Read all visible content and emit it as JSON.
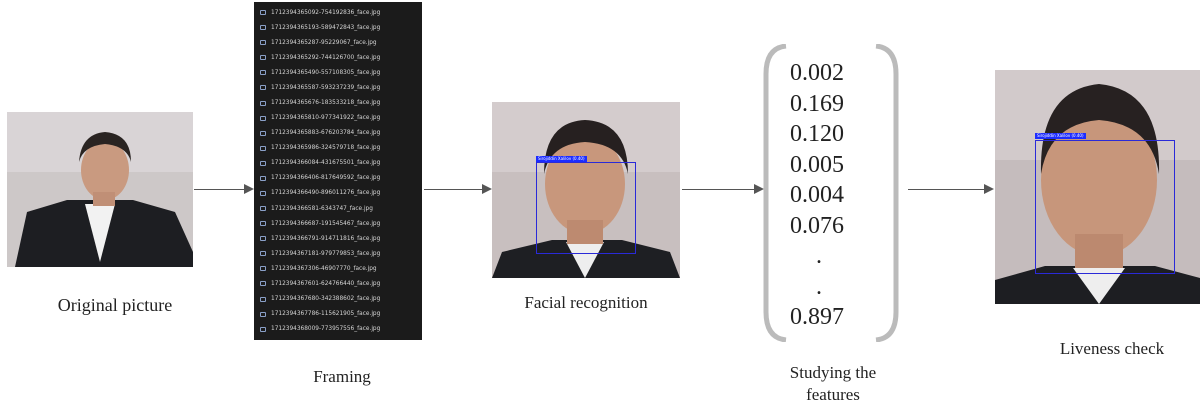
{
  "steps": {
    "original": {
      "caption": "Original picture"
    },
    "framing": {
      "caption": "Framing",
      "files": [
        "1712394365092-754192836_face.jpg",
        "1712394365193-589472843_face.jpg",
        "1712394365287-95229067_face.jpg",
        "1712394365292-744126700_face.jpg",
        "1712394365490-557108305_face.jpg",
        "1712394365587-593237239_face.jpg",
        "1712394365676-183533218_face.jpg",
        "1712394365810-977341922_face.jpg",
        "1712394365883-676203784_face.jpg",
        "1712394365986-324579718_face.jpg",
        "1712394366084-431675501_face.jpg",
        "1712394366406-817649592_face.jpg",
        "1712394366490-896011276_face.jpg",
        "1712394366581-6343747_face.jpg",
        "1712394366687-191545467_face.jpg",
        "1712394366791-914711816_face.jpg",
        "1712394367181-979779853_face.jpg",
        "1712394367306-46907770_face.jpg",
        "1712394367601-624766440_face.jpg",
        "1712394367680-342388602_face.jpg",
        "1712394367786-115621905_face.jpg",
        "1712394368009-773957556_face.jpg"
      ]
    },
    "recognition": {
      "caption": "Facial recognition",
      "detection_label": "Sirojiddin Xalilov (0.40)"
    },
    "features": {
      "caption_line1": "Studying the",
      "caption_line2": "features",
      "values": [
        "0.002",
        "0.169",
        "0.120",
        "0.005",
        "0.004",
        "0.076"
      ],
      "ellipsis": [
        ".",
        "."
      ],
      "last_value": "0.897"
    },
    "liveness": {
      "caption": "Liveness check",
      "detection_label": "Sirojiddin Xalilov (0.40)"
    }
  },
  "colors": {
    "box": "#2a2ad8",
    "label_bg": "#1c2cff",
    "arrow": "#555555",
    "panel_bg": "#1b1b1b"
  }
}
